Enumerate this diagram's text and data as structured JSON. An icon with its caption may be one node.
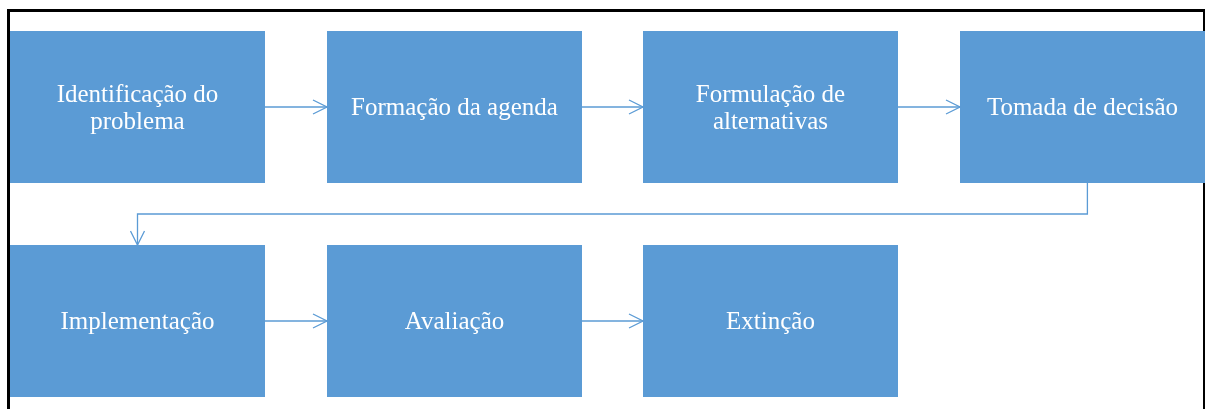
{
  "diagram": {
    "nodes": [
      {
        "text": [
          "Identificação do problema"
        ]
      },
      {
        "text": [
          "Formação da agenda"
        ]
      },
      {
        "text": [
          "Formulação de alternativas"
        ]
      },
      {
        "text": [
          "Tomada de decisão"
        ]
      },
      {
        "text": [
          "Implementação"
        ]
      },
      {
        "text": [
          "Avaliação"
        ]
      },
      {
        "text": [
          "Extinção"
        ]
      }
    ],
    "edges": [
      {
        "from": 0,
        "to": 1,
        "arrow": "to"
      },
      {
        "from": 1,
        "to": 2,
        "arrow": "to"
      },
      {
        "from": 2,
        "to": 3,
        "arrow": "to"
      },
      {
        "from": 3,
        "to": 4,
        "arrow": "to"
      },
      {
        "from": 4,
        "to": 5,
        "arrow": "to"
      },
      {
        "from": 5,
        "to": 6,
        "arrow": "to"
      }
    ]
  }
}
